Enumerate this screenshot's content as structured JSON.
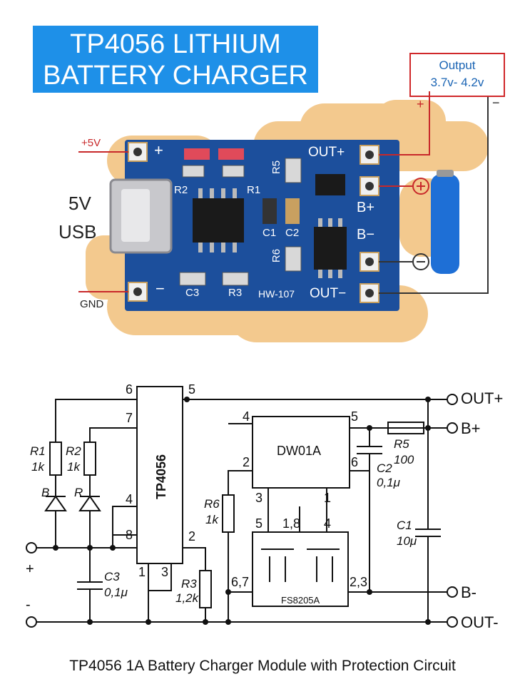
{
  "header": {
    "title_line1": "TP4056 LITHIUM",
    "title_line2": "BATTERY CHARGER"
  },
  "output_box": {
    "line1": "Output",
    "line2": "3.7v- 4.2v",
    "plus": "+",
    "minus": "−"
  },
  "board": {
    "plus5v": "+5V",
    "gnd": "GND",
    "usb_line1": "5V",
    "usb_line2": "USB",
    "pad_plus": "+",
    "pad_minus": "−",
    "out_plus": "OUT+",
    "out_minus": "OUT−",
    "b_plus": "B+",
    "b_minus": "B−",
    "r1": "R1",
    "r2": "R2",
    "r3": "R3",
    "r5": "R5",
    "r6": "R6",
    "c1": "C1",
    "c2": "C2",
    "c3": "C3",
    "model": "HW-107"
  },
  "schematic": {
    "tp4056": "TP4056",
    "dw01a": "DW01A",
    "fs8205a": "FS8205A",
    "pin6": "6",
    "pin5": "5",
    "pin7": "7",
    "pin4": "4",
    "pin8": "8",
    "pin2": "2",
    "pin1": "1",
    "pin3": "3",
    "dw_pin4": "4",
    "dw_pin5": "5",
    "dw_pin2": "2",
    "dw_pin6": "6",
    "dw_pin3": "3",
    "dw_pin1": "1",
    "fs_pin5": "5",
    "fs_pin18": "1,8",
    "fs_pin4": "4",
    "fs_pin67": "6,7",
    "fs_pin23": "2,3",
    "r1_name": "R1",
    "r1_val": "1k",
    "r2_name": "R2",
    "r2_val": "1k",
    "r3_name": "R3",
    "r3_val": "1,2k",
    "r5_name": "R5",
    "r5_val": "100",
    "r6_name": "R6",
    "r6_val": "1k",
    "c1_name": "C1",
    "c1_val": "10μ",
    "c2_name": "C2",
    "c2_val": "0,1μ",
    "c3_name": "C3",
    "c3_val": "0,1μ",
    "led_b": "B",
    "led_r": "R",
    "in_plus": "+",
    "in_minus": "-",
    "out_plus": "OUT+",
    "b_plus": "B+",
    "b_minus": "B-",
    "out_minus": "OUT-"
  },
  "caption": "TP4056 1A Battery Charger Module with Protection Circuit",
  "colors": {
    "title_bg": "#1e90e8",
    "board": "#1c4f9c",
    "wire_red": "#c8282a",
    "hand": "#f3c98e"
  }
}
